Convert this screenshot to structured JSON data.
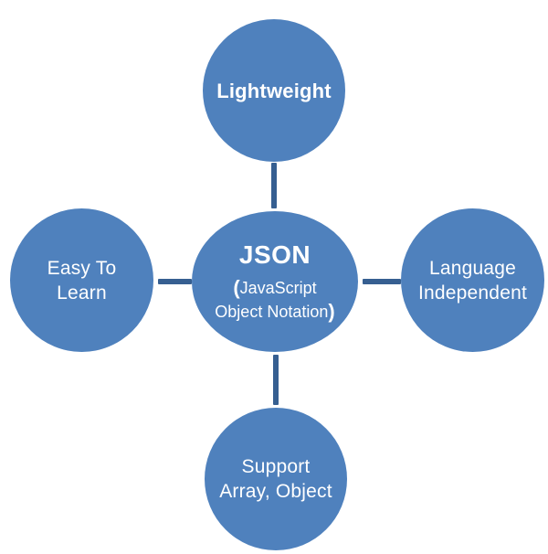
{
  "colors": {
    "node_fill": "#4f81bd",
    "connector": "#365f91",
    "text": "#ffffff"
  },
  "center_node": {
    "title": "JSON",
    "open_paren": "(",
    "line1": "JavaScript",
    "line2": "Object Notation",
    "close_paren": ")"
  },
  "nodes": {
    "top": {
      "label": "Lightweight"
    },
    "left": {
      "line1": "Easy To",
      "line2": "Learn"
    },
    "right": {
      "line1": "Language",
      "line2": "Independent"
    },
    "bottom": {
      "line1": "Support",
      "line2": "Array, Object"
    }
  }
}
